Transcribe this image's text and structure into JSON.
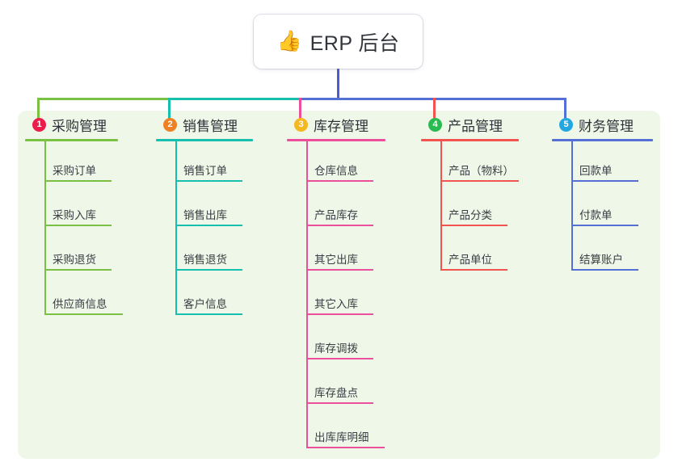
{
  "diagram": {
    "type": "mind-map",
    "root": {
      "icon": "thumbs-up-emoji",
      "emoji": "👍",
      "title": "ERP 后台"
    },
    "panel_color": "#eef7e8",
    "root_stem_color": "#4f5bd5",
    "branches": [
      {
        "number": "1",
        "title": "采购管理",
        "color": "#7ac143",
        "badge_color": "#ec1c4b",
        "items": [
          "采购订单",
          "采购入库",
          "采购退货",
          "供应商信息"
        ]
      },
      {
        "number": "2",
        "title": "销售管理",
        "color": "#17bfaf",
        "badge_color": "#ef8023",
        "items": [
          "销售订单",
          "销售出库",
          "销售退货",
          "客户信息"
        ]
      },
      {
        "number": "3",
        "title": "库存管理",
        "color": "#ec4f9c",
        "badge_color": "#f5b820",
        "items": [
          "仓库信息",
          "产品库存",
          "其它出库",
          "其它入库",
          "库存调拨",
          "库存盘点",
          "出库库明细"
        ]
      },
      {
        "number": "4",
        "title": "产品管理",
        "color": "#f4544f",
        "badge_color": "#2aba52",
        "items": [
          "产品（物料）",
          "产品分类",
          "产品单位"
        ]
      },
      {
        "number": "5",
        "title": "财务管理",
        "color": "#5470d6",
        "badge_color": "#22a7e0",
        "items": [
          "回款单",
          "付款单",
          "结算账户"
        ]
      }
    ]
  }
}
